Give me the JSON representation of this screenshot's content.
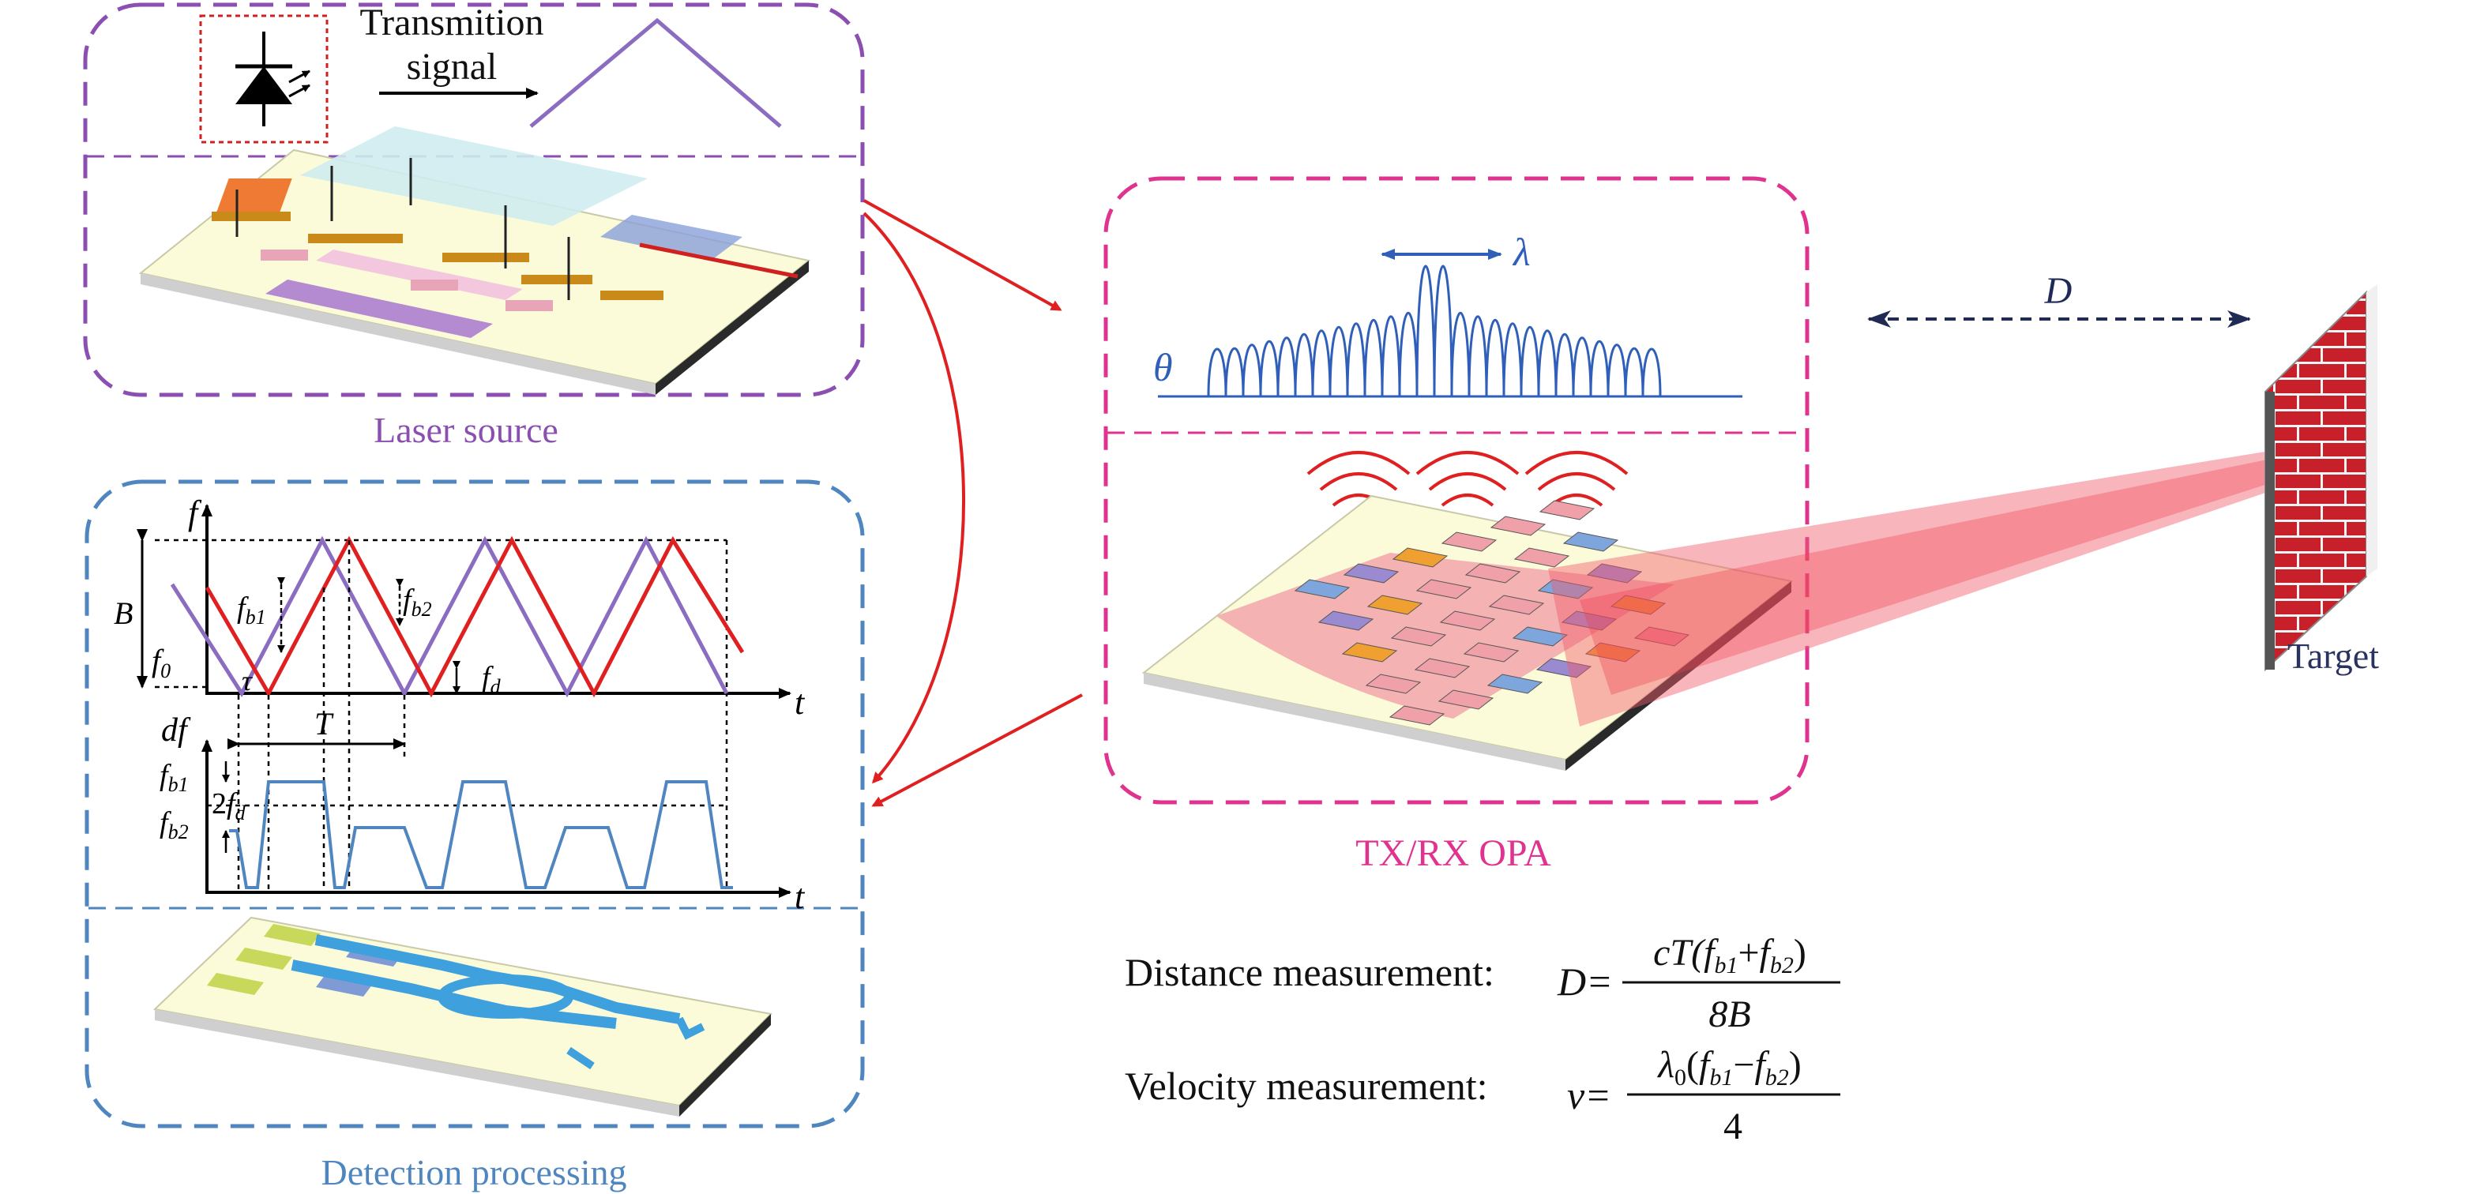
{
  "laser": {
    "title": "Laser source",
    "signal_label_line1": "Transmition",
    "signal_label_line2": "signal",
    "icon": "laser-diode-icon"
  },
  "detection": {
    "title": "Detection processing",
    "axis_f": "f",
    "axis_t": "t",
    "axis_df": "df",
    "label_B": "B",
    "label_f0_main": "f",
    "label_f0_sub": "0",
    "label_fb1_main": "f",
    "label_fb1_sub": "b1",
    "label_fb2_main": "f",
    "label_fb2_sub": "b2",
    "label_tau": "τ",
    "label_fd_main": "f",
    "label_fd_sub": "d",
    "label_T": "T",
    "label_2fd_prefix": "2",
    "label_2fd_main": "f",
    "label_2fd_sub": "d"
  },
  "opa": {
    "title": "TX/RX OPA",
    "label_theta": "θ",
    "label_lambda": "λ"
  },
  "target": {
    "title": "Target",
    "distance_label": "D"
  },
  "formulas": {
    "distance_text": "Distance measurement:",
    "distance_lhs": "D=",
    "distance_num_a": "cT(",
    "distance_num_f1": "f",
    "distance_num_s1": "b1",
    "distance_num_op": "+",
    "distance_num_f2": "f",
    "distance_num_s2": "b2",
    "distance_num_close": ")",
    "distance_den": "8B",
    "velocity_text": "Velocity measurement:",
    "velocity_lhs": "v=",
    "velocity_num_a": "λ",
    "velocity_num_a_sub": "0",
    "velocity_num_open": "(",
    "velocity_num_f1": "f",
    "velocity_num_s1": "b1",
    "velocity_num_op": "−",
    "velocity_num_f2": "f",
    "velocity_num_s2": "b2",
    "velocity_num_close": ")",
    "velocity_den": "4"
  },
  "colors": {
    "laser_frame": "#8a4fb0",
    "detection_frame": "#4f86c0",
    "opa_frame": "#e0338f",
    "arrow": "#e02020",
    "tx_signal": "#e02020",
    "rx_signal": "#8b6cc0",
    "beam_plot": "#2f5fb8",
    "target_label": "#2a3360",
    "brick": "#c8202a"
  }
}
